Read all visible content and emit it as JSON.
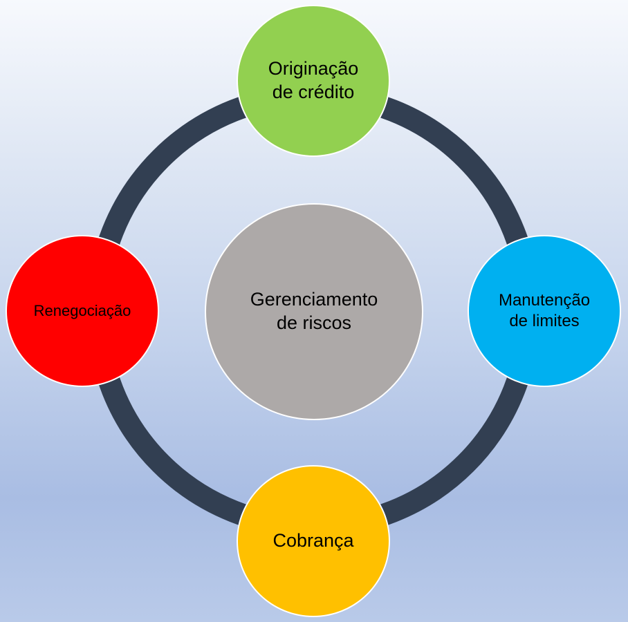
{
  "diagram": {
    "ring_color": "#323f52",
    "center": {
      "label": "Gerenciamento\nde riscos",
      "color": "#ada9a8"
    },
    "nodes": {
      "top": {
        "label": "Originação\nde crédito",
        "color": "#92d050"
      },
      "right": {
        "label": "Manutenção\nde limites",
        "color": "#00b0f0"
      },
      "bottom": {
        "label": "Cobrança",
        "color": "#ffc000"
      },
      "left": {
        "label": "Renegociação",
        "color": "#ff0000"
      }
    }
  }
}
